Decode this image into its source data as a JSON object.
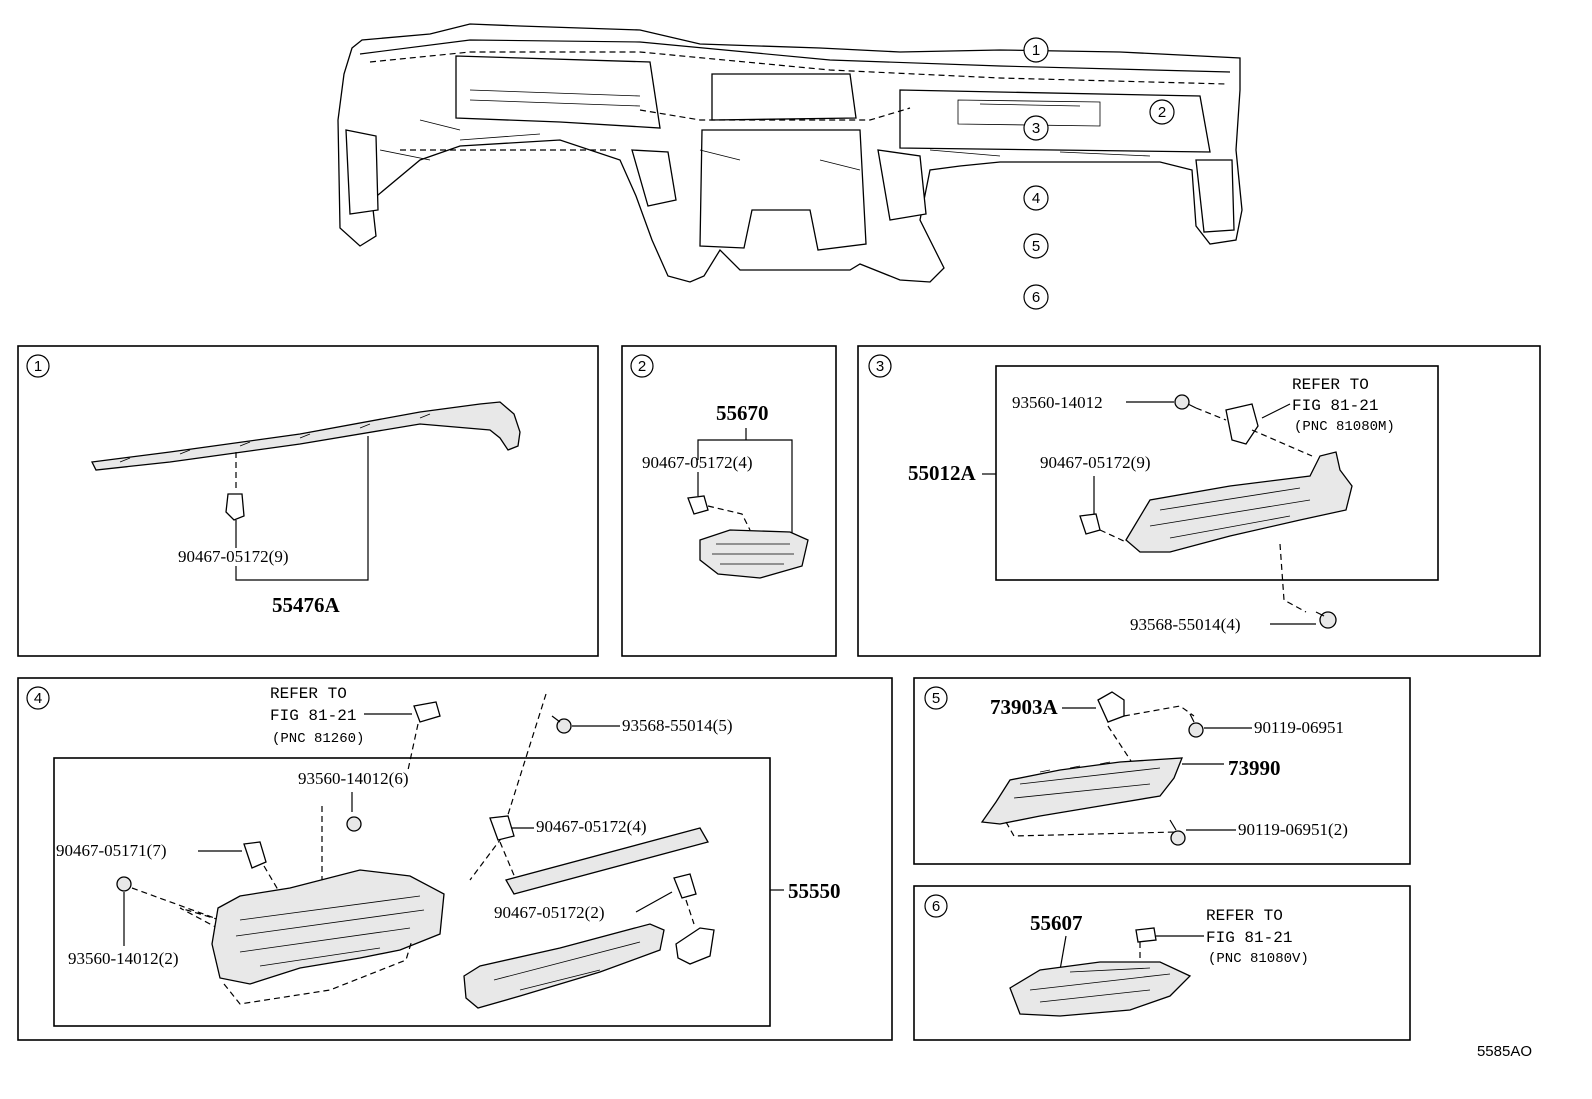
{
  "diagram_id": "5585AO",
  "overview_callouts": [
    "1",
    "2",
    "3",
    "4",
    "5",
    "6"
  ],
  "sections": {
    "s1": {
      "number": "1",
      "parts": {
        "clip": "90467-05172(9)",
        "assy": "55476A"
      }
    },
    "s2": {
      "number": "2",
      "parts": {
        "assy": "55670",
        "clip": "90467-05172(4)"
      }
    },
    "s3": {
      "number": "3",
      "parts": {
        "screw": "93560-14012",
        "assy": "55012A",
        "clip": "90467-05172(9)",
        "bolt": "93568-55014(4)"
      },
      "refer": {
        "line1": "REFER TO",
        "line2": "FIG 81-21",
        "line3": "(PNC 81080M)"
      }
    },
    "s4": {
      "number": "4",
      "refer": {
        "line1": "REFER TO",
        "line2": "FIG 81-21",
        "line3": "(PNC 81260)"
      },
      "parts": {
        "bolt": "93568-55014(5)",
        "screw_top": "93560-14012(6)",
        "clip_left": "90467-05171(7)",
        "clip_right": "90467-05172(4)",
        "clip_lower": "90467-05172(2)",
        "screw_bottom": "93560-14012(2)",
        "assy": "55550"
      }
    },
    "s5": {
      "number": "5",
      "parts": {
        "bracket": "73903A",
        "screw_top": "90119-06951",
        "assy": "73990",
        "screw_bottom": "90119-06951(2)"
      }
    },
    "s6": {
      "number": "6",
      "parts": {
        "assy": "55607"
      },
      "refer": {
        "line1": "REFER TO",
        "line2": "FIG 81-21",
        "line3": "(PNC 81080V)"
      }
    }
  }
}
